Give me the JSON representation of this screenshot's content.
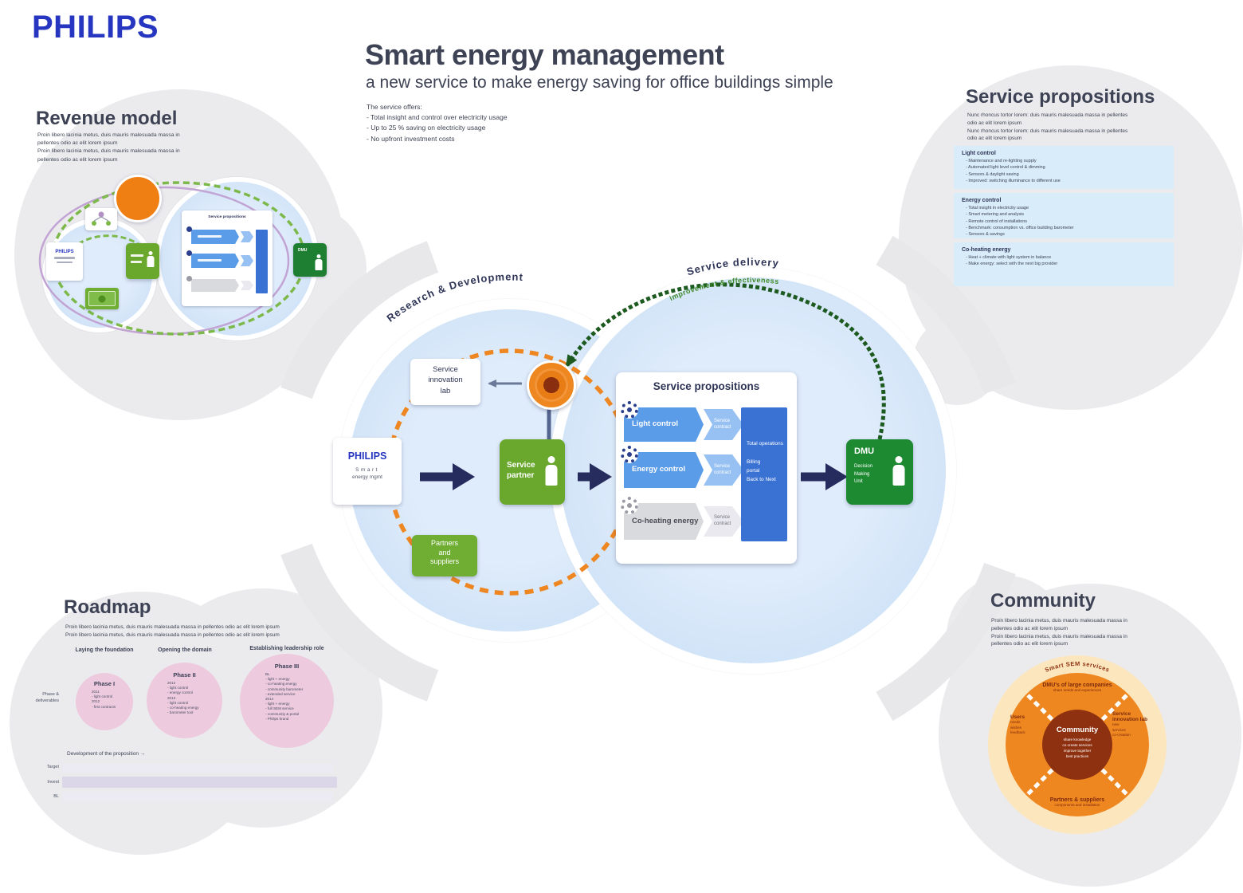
{
  "brand": {
    "logo": "PHILIPS"
  },
  "header": {
    "title": "Smart energy management",
    "subtitle": "a new service to make energy saving for office buildings simple",
    "intro": [
      "The service offers:",
      "- Total insight and control over electricity usage",
      "- Up to 25 % saving on electricity usage",
      "- No upfront investment costs"
    ]
  },
  "revenue": {
    "title": "Revenue model",
    "body": [
      "Proin libero lacinia metus, duis mauris malesuada massa in",
      "pellentes odio ac elit lorem ipsum",
      "Proin libero lacinia metus, duis mauris malesuada massa in",
      "pellentes odio ac elit lorem ipsum"
    ],
    "mini_philips": "PHILIPS",
    "mini_dmu": "DMU",
    "mini_panel_title": "Service propositions"
  },
  "propositions": {
    "title": "Service propositions",
    "body": [
      "Nunc rhoncus tortor lorem: duis mauris malesuada massa in pellentes",
      "odio ac elit lorem ipsum",
      "Nunc rhoncus tortor lorem: duis mauris malesuada massa in pellentes",
      "odio ac elit lorem ipsum"
    ],
    "boxes": [
      {
        "heading": "Light control",
        "lines": [
          "- Maintenance and re-lighting supply",
          "- Automated light level control & dimming",
          "- Sensors & daylight saving",
          "- Improved: switching illuminance to different use"
        ]
      },
      {
        "heading": "Energy control",
        "lines": [
          "- Total insight in electricity usage",
          "- Smart metering and analysis",
          "- Remote control of installations",
          "- Benchmark: consumption vs. office building barometer",
          "- Sensors & savings"
        ]
      },
      {
        "heading": "Co-heating energy",
        "lines": [
          "- Heat + climate with light system in balance",
          "- Make energy: select with the next big provider"
        ]
      }
    ]
  },
  "central": {
    "rd_arc": "Research & Development",
    "delivery_arc": "Service delivery",
    "delivery_sub_arc": "improvement & effectiveness",
    "philips": {
      "brand": "PHILIPS",
      "line1": "Smart",
      "line2": "energy mgmt"
    },
    "innovation_lab": [
      "Service",
      "innovation",
      "lab"
    ],
    "service_partner": "Service partner",
    "partners_suppliers": [
      "Partners",
      "and",
      "suppliers"
    ],
    "panel": {
      "title": "Service propositions",
      "rows": [
        {
          "label": "Light control",
          "chevron_l1": "Service",
          "chevron_l2": "contract"
        },
        {
          "label": "Energy control",
          "chevron_l1": "Service",
          "chevron_l2": "contract"
        },
        {
          "label": "Co-heating energy",
          "chevron_l1": "Service",
          "chevron_l2": "contract"
        }
      ],
      "sidebar": [
        "Total operations",
        "Billing",
        "portal",
        "Back to Next"
      ]
    },
    "dmu": {
      "title": "DMU",
      "lines": [
        "Decision",
        "Making",
        "Unit"
      ]
    }
  },
  "roadmap": {
    "title": "Roadmap",
    "body": [
      "Proin libero lacinia metus, duis mauris malesuada massa in pellentes odio ac elit lorem ipsum",
      "Proin libero lacinia metus, duis mauris malesuada massa in pellentes odio ac elit lorem ipsum"
    ],
    "columns": [
      "Laying the foundation",
      "Opening the domain",
      "Establishing leadership role"
    ],
    "axis_label": [
      "Phase &",
      "deliverables"
    ],
    "phases": [
      {
        "name": "Phase I",
        "lines": [
          "2011",
          "- light control",
          "2012",
          "- first contracts"
        ]
      },
      {
        "name": "Phase II",
        "lines": [
          "2012",
          "- light control",
          "- energy control",
          "2013",
          "- light control",
          "- co-heating energy",
          "- barometer tool"
        ]
      },
      {
        "name": "Phase III",
        "lines": [
          "BL",
          "- light + energy",
          "- co-heating energy",
          "- community barometer",
          "- extended service",
          "2014",
          "- light + energy",
          "- full SEM service",
          "- community & portal",
          "- Philips brand"
        ]
      }
    ],
    "caption": "Development of the proposition →",
    "bars": [
      {
        "label": "Target"
      },
      {
        "label": "Invest"
      },
      {
        "label": "BL"
      }
    ]
  },
  "community": {
    "title": "Community",
    "body": [
      "Proin libero lacinia metus, duis mauris malesuada massa in",
      "pellentes odio ac elit lorem ipsum",
      "Proin libero lacinia metus, duis mauris malesuada massa in",
      "pellentes odio ac elit lorem ipsum"
    ],
    "ring_arc": "Smart SEM services",
    "quadrants": {
      "top": {
        "title": "DMU's of large companies",
        "sub": "share needs and experiences"
      },
      "right": {
        "title": "Service innovation lab",
        "lines": [
          "new",
          "services",
          "co-creation"
        ]
      },
      "left": {
        "title": "Users",
        "lines": [
          "needs",
          "wishes",
          "feedback"
        ]
      },
      "bottom": {
        "title": "Partners & suppliers",
        "sub": "components and installation"
      }
    },
    "center": {
      "title": "Community",
      "lines": [
        "share knowledge",
        "co-create services",
        "improve together",
        "best practices"
      ]
    }
  },
  "colors": {
    "philips_blue": "#2636c0",
    "orange": "#ee8722",
    "green": "#69a82c",
    "green_dark": "#1d8a32",
    "navy": "#2e3456"
  }
}
